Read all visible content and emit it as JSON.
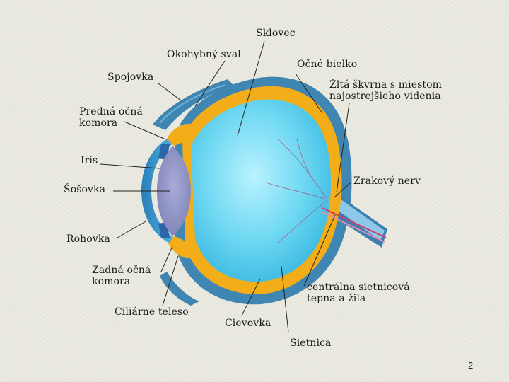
{
  "labels": {
    "sklovec": "Sklovec",
    "okohybny_sval": "Okohybný sval",
    "ocne_bielko": "Očné bielko",
    "spojovka": "Spojovka",
    "zlta_skvrna": "Žltá škvrna s miestom\nnajostrejšieho videnia",
    "predna_ocna_komora": "Predná očná\nkomora",
    "iris": "Iris",
    "sosovka": "Šošovka",
    "zrakovy_nerv": "Zrakový nerv",
    "rohovka": "Rohovka",
    "zadna_ocna_komora": "Zadná očná\nkomora",
    "centralna_tepna": "centrálna sietnicová\ntepna a žila",
    "ciliarne_teleso": "Ciliárne teleso",
    "cievovka": "Cievovka",
    "sietnica": "Sietnica"
  },
  "page_number": "2",
  "colors": {
    "background": "#ecebe0",
    "sclera_outer": "#3f86b3",
    "choroid": "#f2ad18",
    "vitreous": "#5fd4ef",
    "lens": "#8d96c8",
    "nerve": "#3b7fb0",
    "vessel": "#d23a6e",
    "leader_line": "#222222"
  }
}
